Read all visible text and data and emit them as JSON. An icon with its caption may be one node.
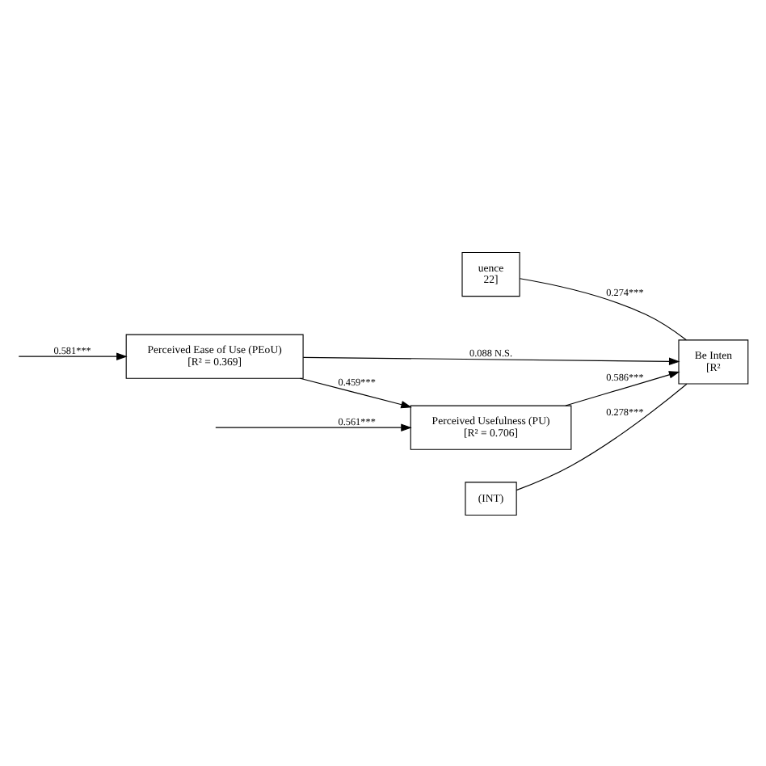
{
  "diagram": {
    "nodes": [
      {
        "text": [
          "uence",
          "22]"
        ]
      },
      {
        "text": [
          "Perceived Usefulness (PU)",
          "[R² = 0.706]"
        ]
      },
      {
        "text": [
          "Perceived Ease of Use (PEoU)",
          "[R² = 0.369]"
        ]
      },
      {
        "text": [
          "Be Inten",
          "[R²"
        ]
      },
      {
        "text": [
          "(INT)"
        ]
      }
    ],
    "edges": [
      {
        "from": 0,
        "to": 3,
        "arrow": "none",
        "label": "0.274***"
      },
      {
        "from": null,
        "to": 1,
        "arrow": "to",
        "label": "0.561***"
      },
      {
        "from": 1,
        "to": 3,
        "arrow": "to",
        "label": "0.586***"
      },
      {
        "from": 2,
        "to": 1,
        "arrow": "to",
        "label": "0.459***"
      },
      {
        "from": null,
        "to": 2,
        "arrow": "to",
        "label": "0.581***"
      },
      {
        "from": 2,
        "to": 3,
        "arrow": "to",
        "label": "0.088 N.S."
      },
      {
        "from": 4,
        "to": 3,
        "arrow": "none",
        "label": "0.278***"
      }
    ]
  }
}
